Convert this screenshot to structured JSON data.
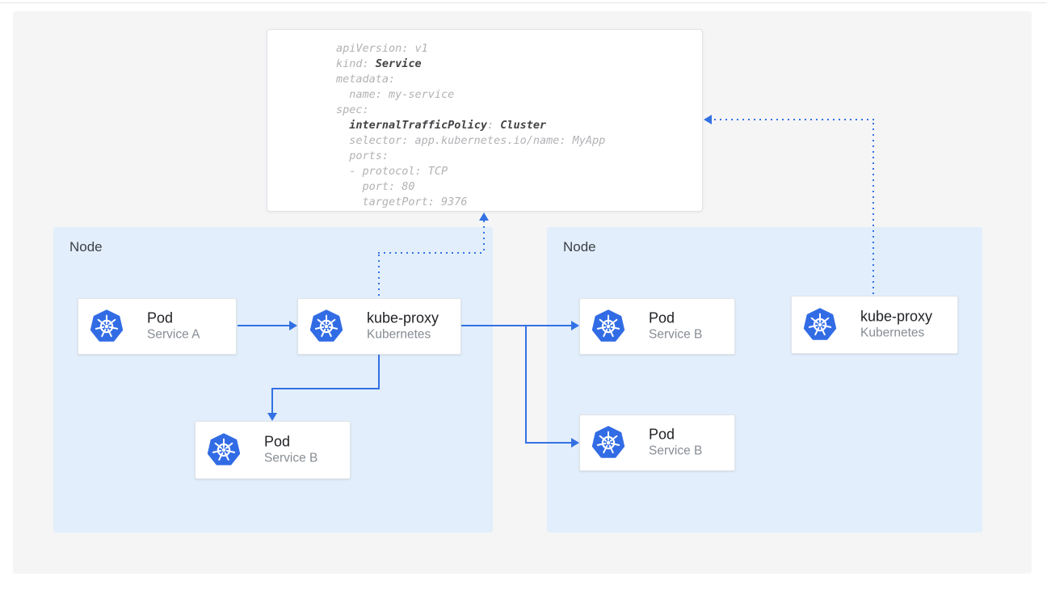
{
  "colors": {
    "accent_blue": "#3371e3",
    "kubernetes_logo_blue": "#326ce5",
    "node_fill": "#e2eefb",
    "panel_fill": "#f5f5f6",
    "code_text": "#b2b2b6",
    "code_bold_text": "#434346"
  },
  "yaml_card": {
    "lines": [
      {
        "pre": "apiVersion: v1"
      },
      {
        "pre": "kind: ",
        "bold": "Service"
      },
      {
        "pre": "metadata:"
      },
      {
        "pre": "  name: my-service"
      },
      {
        "pre": "spec:"
      },
      {
        "pre": "  ",
        "bold": "internalTrafficPolicy",
        "mid": ": ",
        "bold2": "Cluster"
      },
      {
        "pre": "  selector: app.kubernetes.io/name: MyApp"
      },
      {
        "pre": "  ports:"
      },
      {
        "pre": "  - protocol: TCP"
      },
      {
        "pre": "    port: 80"
      },
      {
        "pre": "    targetPort: 9376"
      }
    ]
  },
  "left_node": {
    "label": "Node",
    "cards": {
      "pod_a": {
        "icon": "kubernetes-icon",
        "title": "Pod",
        "subtitle": "Service A"
      },
      "kube_proxy": {
        "icon": "kubernetes-icon",
        "title": "kube-proxy",
        "subtitle": "Kubernetes"
      },
      "pod_b": {
        "icon": "kubernetes-icon",
        "title": "Pod",
        "subtitle": "Service B"
      }
    }
  },
  "right_node": {
    "label": "Node",
    "cards": {
      "pod_b_top": {
        "icon": "kubernetes-icon",
        "title": "Pod",
        "subtitle": "Service B"
      },
      "pod_b_bottom": {
        "icon": "kubernetes-icon",
        "title": "Pod",
        "subtitle": "Service B"
      },
      "kube_proxy": {
        "icon": "kubernetes-icon",
        "title": "kube-proxy",
        "subtitle": "Kubernetes"
      }
    }
  }
}
